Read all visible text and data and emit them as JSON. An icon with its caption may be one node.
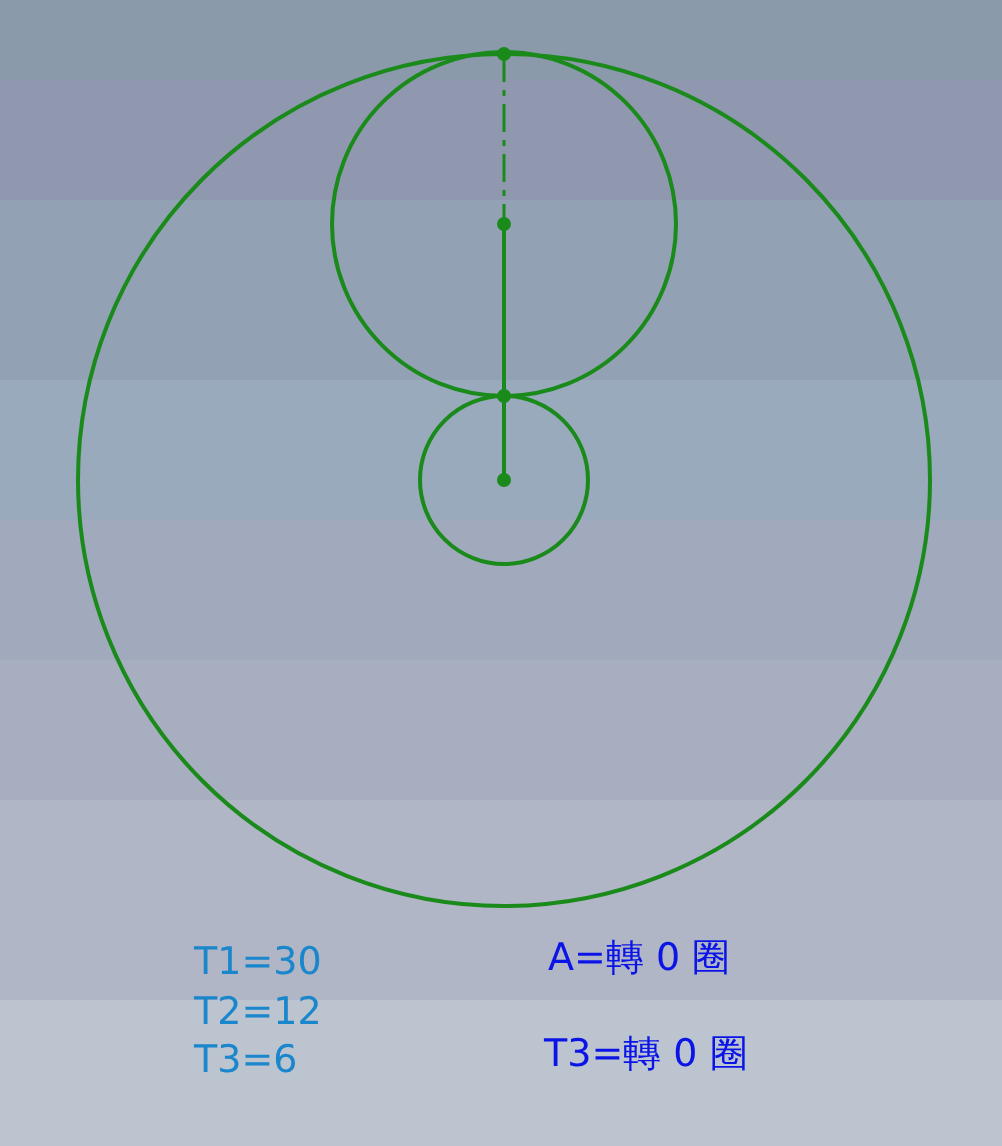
{
  "diagram": {
    "labels": [
      "T1=30",
      "T2=12",
      "T3=6",
      "A=轉 0 圈",
      "T3=轉 0 圈"
    ]
  }
}
